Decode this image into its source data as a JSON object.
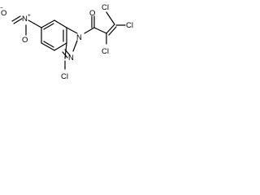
{
  "molecule": {
    "atoms": {
      "nitro_n": "N",
      "nitro_n_charge": "+",
      "nitro_o_left": "O",
      "nitro_o_left_charge": "−",
      "nitro_o_bottom": "O",
      "ring_n1": "N",
      "ring_n2": "N",
      "cl_ring": "Cl",
      "carbonyl_o": "O",
      "cl_top_left": "Cl",
      "cl_top_right": "Cl",
      "cl_bottom": "Cl"
    }
  }
}
